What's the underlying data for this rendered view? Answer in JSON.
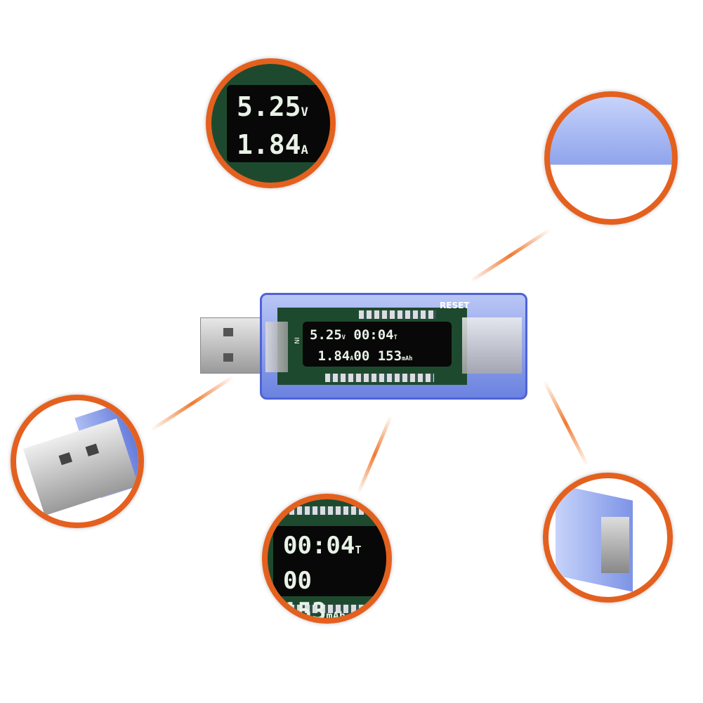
{
  "display": {
    "voltage": "5.25",
    "voltage_unit": "V",
    "current": "1.84",
    "current_unit": "A",
    "time": "00:04",
    "time_unit": "T",
    "capacity": "00 153",
    "capacity_unit": "mAh"
  },
  "board": {
    "reset_label": "RESET",
    "input_label": "IN"
  },
  "colors": {
    "ring": "#e4601f",
    "shell": "#6b82e0",
    "lcd": "#080808"
  }
}
